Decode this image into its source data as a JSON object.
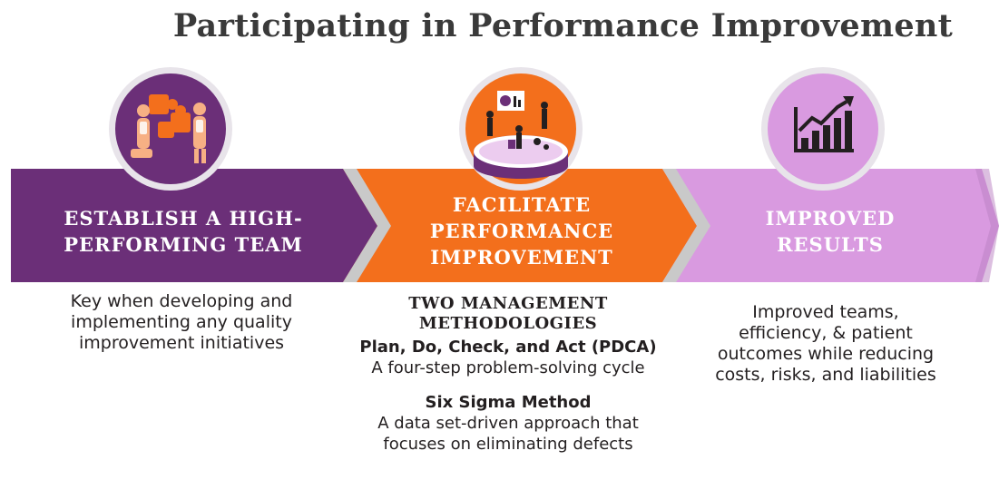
{
  "title": "Participating in Performance Improvement",
  "colors": {
    "purple": "#6b2f78",
    "orange": "#f36f1c",
    "lavender": "#d99ae0",
    "circle_border": "#e8e4ea"
  },
  "stages": [
    {
      "icon": "team-puzzle-icon",
      "banner_lines": [
        "ESTABLISH A HIGH-",
        "PERFORMING TEAM"
      ],
      "description_lines": [
        "Key when developing and",
        "implementing any quality",
        "improvement initiatives"
      ]
    },
    {
      "icon": "performance-platform-icon",
      "banner_lines": [
        "FACILITATE",
        "PERFORMANCE",
        "IMPROVEMENT"
      ],
      "methodologies": {
        "heading_lines": [
          "TWO MANAGEMENT",
          "METHODOLOGIES"
        ],
        "items": [
          {
            "name": "Plan, Do, Check, and Act (PDCA)",
            "description_lines": [
              "A four-step problem-solving cycle"
            ]
          },
          {
            "name": "Six Sigma Method",
            "description_lines": [
              "A data set-driven approach that",
              "focuses on eliminating defects"
            ]
          }
        ]
      }
    },
    {
      "icon": "growth-chart-icon",
      "banner_lines": [
        "IMPROVED",
        "RESULTS"
      ],
      "description_lines": [
        "Improved teams,",
        "efficiency, & patient",
        "outcomes while reducing",
        "costs, risks, and liabilities"
      ]
    }
  ]
}
